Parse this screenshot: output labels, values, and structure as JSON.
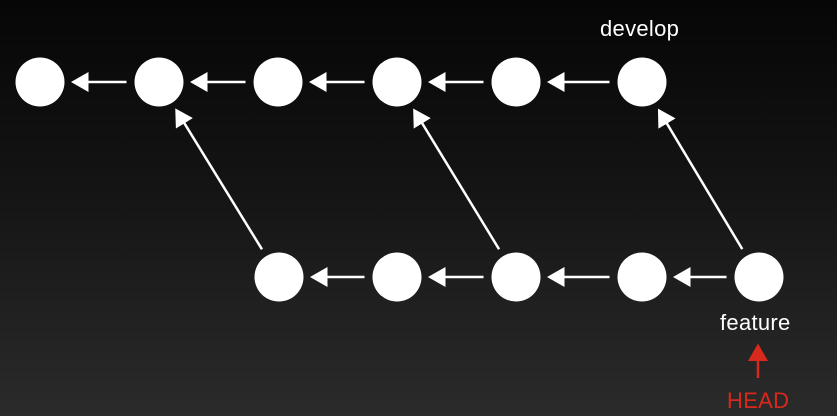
{
  "labels": {
    "develop": "develop",
    "feature": "feature",
    "head": "HEAD"
  },
  "colors": {
    "node": "#ffffff",
    "edge": "#ffffff",
    "head": "#d8291c"
  },
  "develop_commit_count": 6,
  "feature_commit_count": 5,
  "merges": [
    {
      "from": "feature-1",
      "to": "develop-2"
    },
    {
      "from": "feature-3",
      "to": "develop-4"
    },
    {
      "from": "feature-5",
      "to": "develop-6"
    }
  ]
}
